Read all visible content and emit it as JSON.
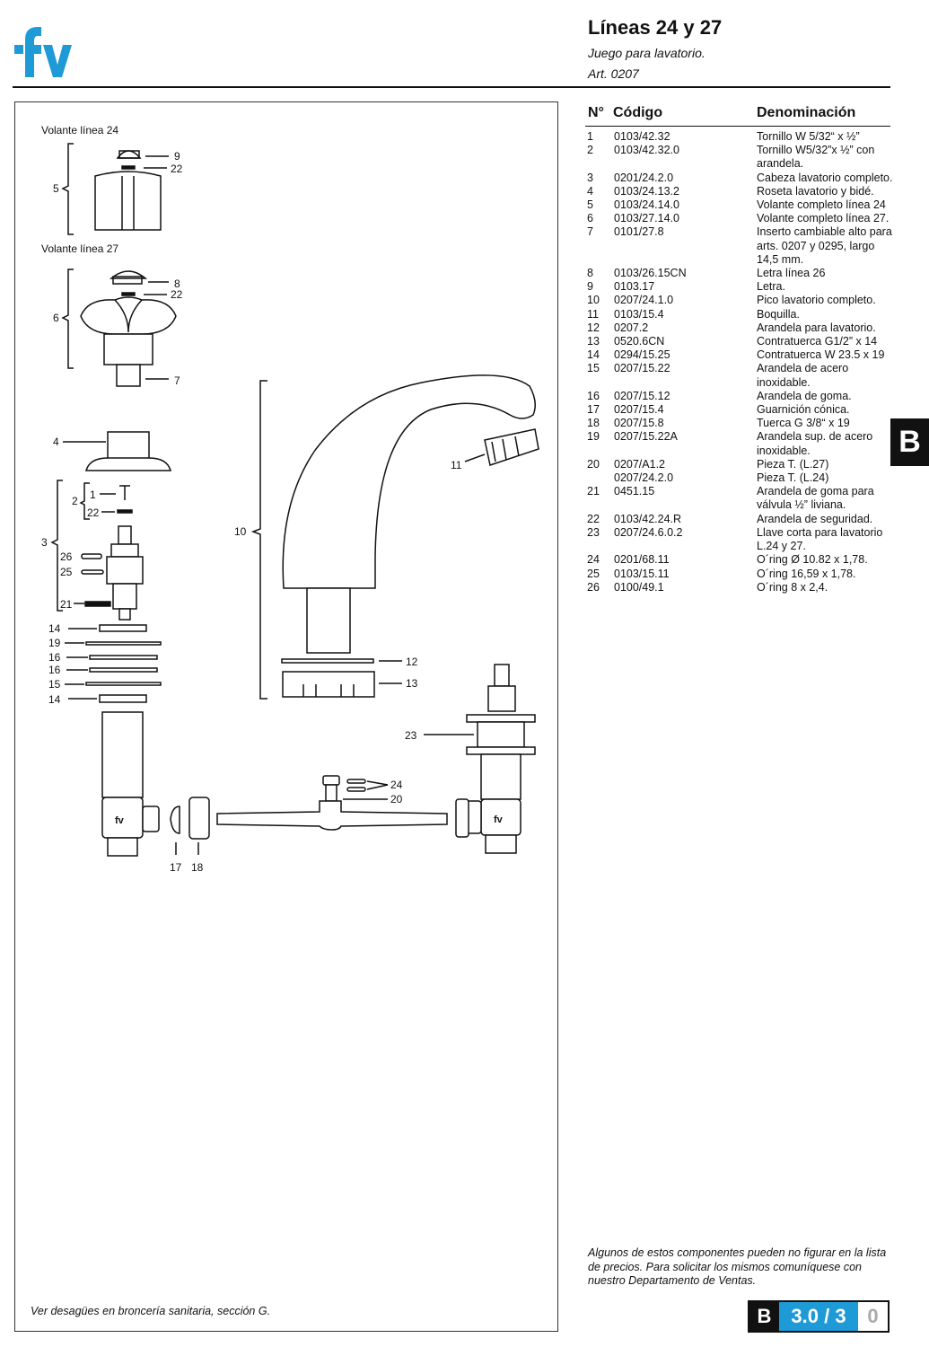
{
  "brand": {
    "logo": "fv-logo",
    "color": "#1e9ad6"
  },
  "header": {
    "title": "Líneas 24 y 27",
    "subtitle": "Juego para lavatorio.",
    "art": "Art. 0207"
  },
  "table": {
    "col_n": "N°",
    "col_code": "Código",
    "col_name": "Denominación",
    "rows": [
      {
        "n": "1",
        "code": "0103/42.32",
        "name": "Tornillo W 5/32“ x ½”"
      },
      {
        "n": "2",
        "code": "0103/42.32.0",
        "name": "Tornillo W5/32”x ½” con arandela."
      },
      {
        "n": "3",
        "code": "0201/24.2.0",
        "name": "Cabeza lavatorio completo."
      },
      {
        "n": "4",
        "code": "0103/24.13.2",
        "name": "Roseta lavatorio y bidé."
      },
      {
        "n": "5",
        "code": "0103/24.14.0",
        "name": "Volante completo línea 24"
      },
      {
        "n": "6",
        "code": "0103/27.14.0",
        "name": "Volante completo línea 27."
      },
      {
        "n": "7",
        "code": "0101/27.8",
        "name": "Inserto cambiable alto para arts. 0207 y 0295, largo 14,5 mm."
      },
      {
        "n": "8",
        "code": "0103/26.15CN",
        "name": "Letra línea 26"
      },
      {
        "n": "9",
        "code": "0103.17",
        "name": "Letra."
      },
      {
        "n": "10",
        "code": "0207/24.1.0",
        "name": "Pico lavatorio completo."
      },
      {
        "n": "11",
        "code": "0103/15.4",
        "name": "Boquilla."
      },
      {
        "n": "12",
        "code": "0207.2",
        "name": "Arandela para lavatorio."
      },
      {
        "n": "13",
        "code": "0520.6CN",
        "name": "Contratuerca G1/2” x 14"
      },
      {
        "n": "14",
        "code": "0294/15.25",
        "name": "Contratuerca W 23.5 x 19"
      },
      {
        "n": "15",
        "code": "0207/15.22",
        "name": "Arandela de acero inoxidable."
      },
      {
        "n": "16",
        "code": "0207/15.12",
        "name": "Arandela de goma."
      },
      {
        "n": "17",
        "code": "0207/15.4",
        "name": "Guarnición cónica."
      },
      {
        "n": "18",
        "code": "0207/15.8",
        "name": "Tuerca G 3/8“ x 19"
      },
      {
        "n": "19",
        "code": "0207/15.22A",
        "name": "Arandela sup. de acero inoxidable."
      },
      {
        "n": "20",
        "code": "0207/A1.2",
        "name": "Pieza T. (L.27)"
      },
      {
        "n": "",
        "code": "0207/24.2.0",
        "name": "Pieza T. (L.24)"
      },
      {
        "n": "21",
        "code": "0451.15",
        "name": "Arandela de goma para válvula ½” liviana."
      },
      {
        "n": "22",
        "code": "0103/42.24.R",
        "name": "Arandela de seguridad."
      },
      {
        "n": "23",
        "code": "0207/24.6.0.2",
        "name": "Llave corta para lavatorio L.24 y 27."
      },
      {
        "n": "24",
        "code": "0201/68.11",
        "name": "O´ring Ø 10.82 x 1,78."
      },
      {
        "n": "25",
        "code": "0103/15.11",
        "name": "O´ring 16,59 x 1,78."
      },
      {
        "n": "26",
        "code": "0100/49.1",
        "name": "O´ring  8 x 2,4."
      }
    ]
  },
  "diagram": {
    "label_volante_24": "Volante línea 24",
    "label_volante_27": "Volante línea 27",
    "callouts": {
      "c1": "1",
      "c2": "2",
      "c3": "3",
      "c4": "4",
      "c5": "5",
      "c6": "6",
      "c7": "7",
      "c8": "8",
      "c9": "9",
      "c10": "10",
      "c11": "11",
      "c12": "12",
      "c13": "13",
      "c14a": "14",
      "c14b": "14",
      "c15": "15",
      "c16a": "16",
      "c16b": "16",
      "c17": "17",
      "c18": "18",
      "c19": "19",
      "c20": "20",
      "c21": "21",
      "c22a": "22",
      "c22b": "22",
      "c22c": "22",
      "c23": "23",
      "c24": "24",
      "c25": "25",
      "c26": "26"
    }
  },
  "section_tab": "B",
  "note": "Algunos de estos componentes pueden no figurar en la lista de precios. Para solicitar los mismos comuníquese con nuestro Departamento de Ventas.",
  "footer_note": "Ver desagües en broncería sanitaria, sección G.",
  "page": {
    "section": "B",
    "number": "3.0 / 3",
    "rev": "0"
  }
}
